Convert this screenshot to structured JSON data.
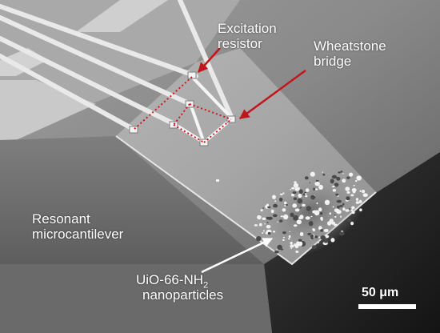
{
  "labels": {
    "excitation_resistor": [
      "Excitation",
      "resistor"
    ],
    "wheatstone_bridge": [
      "Wheatstone",
      "bridge"
    ],
    "resonant_microcantilever": [
      "Resonant",
      "microcantilever"
    ],
    "nanoparticles": {
      "line1_main": "UiO-66-NH",
      "line1_sub": "2",
      "line2": "nanoparticles"
    }
  },
  "scale_bar": {
    "label": "50 μm"
  },
  "colors": {
    "annotation_arrow": "#c0161c",
    "nanoparticle_arrow": "#ffffff",
    "dotted_trace": "#d4141c"
  }
}
